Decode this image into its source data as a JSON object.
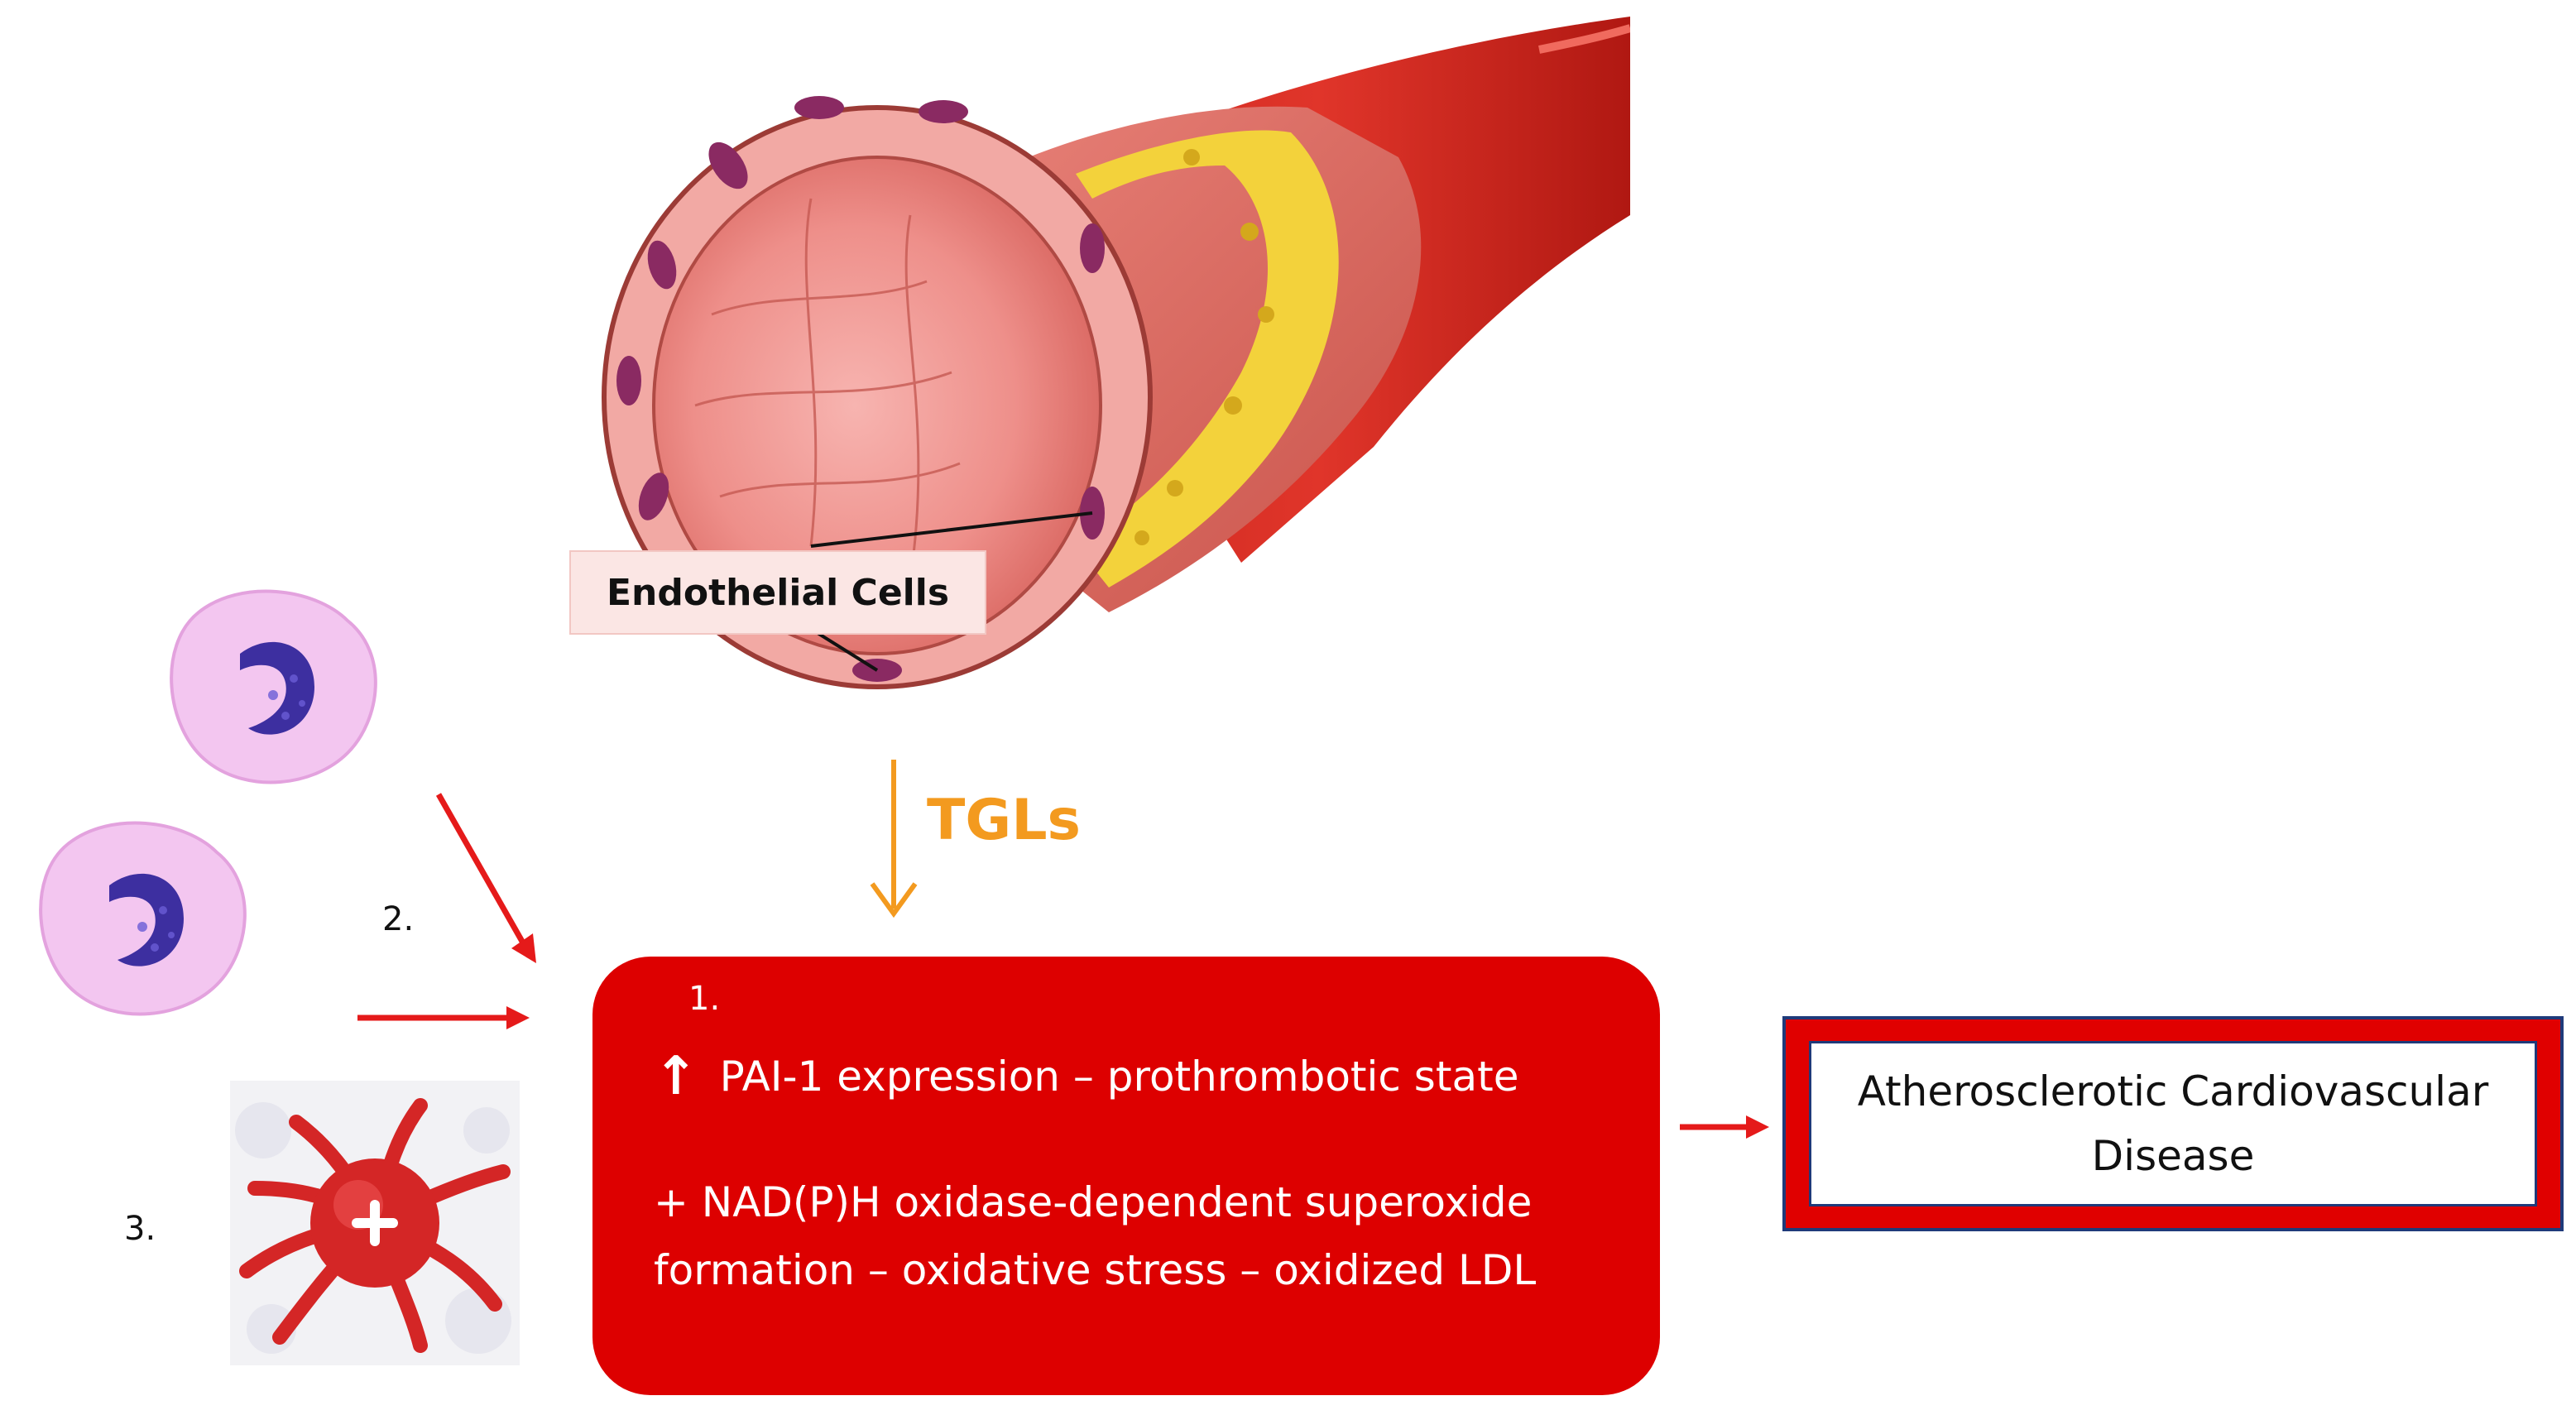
{
  "vessel_label": "Endothelial Cells",
  "arrow_label": "TGLs",
  "numbers": {
    "one": "1.",
    "two": "2.",
    "three": "3."
  },
  "main_box": {
    "line1": "PAI-1 expression – prothrombotic state",
    "line2": "+ NAD(P)H oxidase-dependent superoxide",
    "line3": "formation – oxidative stress – oxidized LDL",
    "up_arrow_icon": "↑"
  },
  "outcome": {
    "line1": "Atherosclerotic Cardiovascular",
    "line2": "Disease"
  },
  "colors": {
    "box_red": "#dd0000",
    "arrow_red": "#e51a1a",
    "tgl_orange": "#f39a1f",
    "outcome_border": "#1f3a7a"
  },
  "icons": {
    "vessel": "blood-vessel-illustration",
    "leukocyte": "neutrophil-cell-icon",
    "platelet": "activated-platelet-icon"
  }
}
